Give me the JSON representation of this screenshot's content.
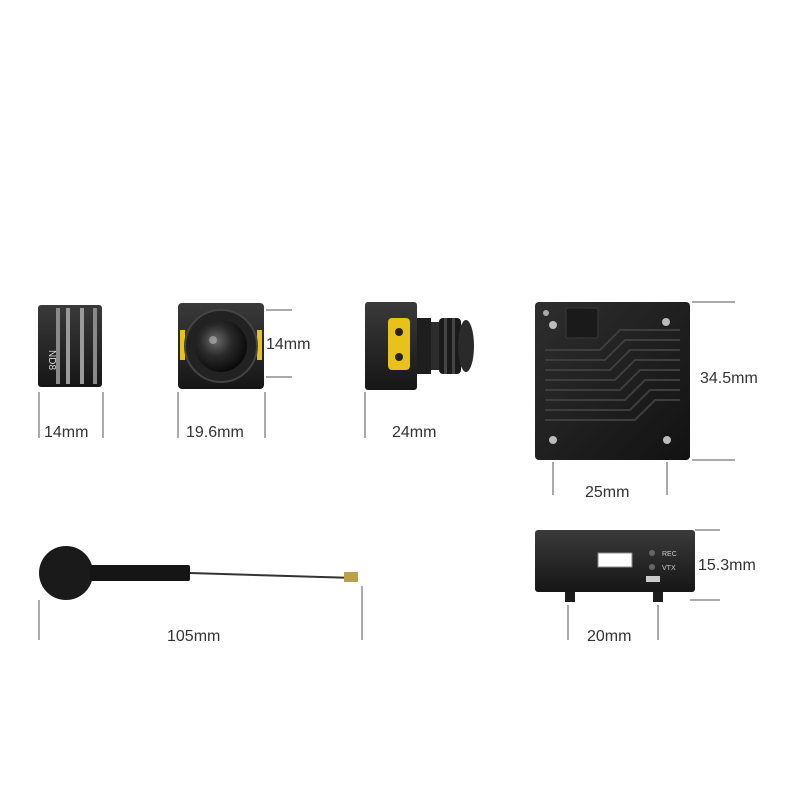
{
  "filter": {
    "label": "ND8",
    "width_label": "14mm"
  },
  "camera_front": {
    "height_label": "14mm",
    "width_label": "19.6mm"
  },
  "camera_side": {
    "depth_label": "24mm"
  },
  "vtx_top": {
    "height_label": "34.5mm",
    "width_label": "25mm"
  },
  "vtx_side": {
    "height_label": "15.3mm",
    "width_label": "20mm",
    "led_labels": [
      "REC",
      "VTX"
    ]
  },
  "antenna": {
    "length_label": "105mm"
  },
  "colors": {
    "accent_yellow": "#e6c21a",
    "body_black": "#1c1c1c",
    "line_gray": "#555555"
  }
}
